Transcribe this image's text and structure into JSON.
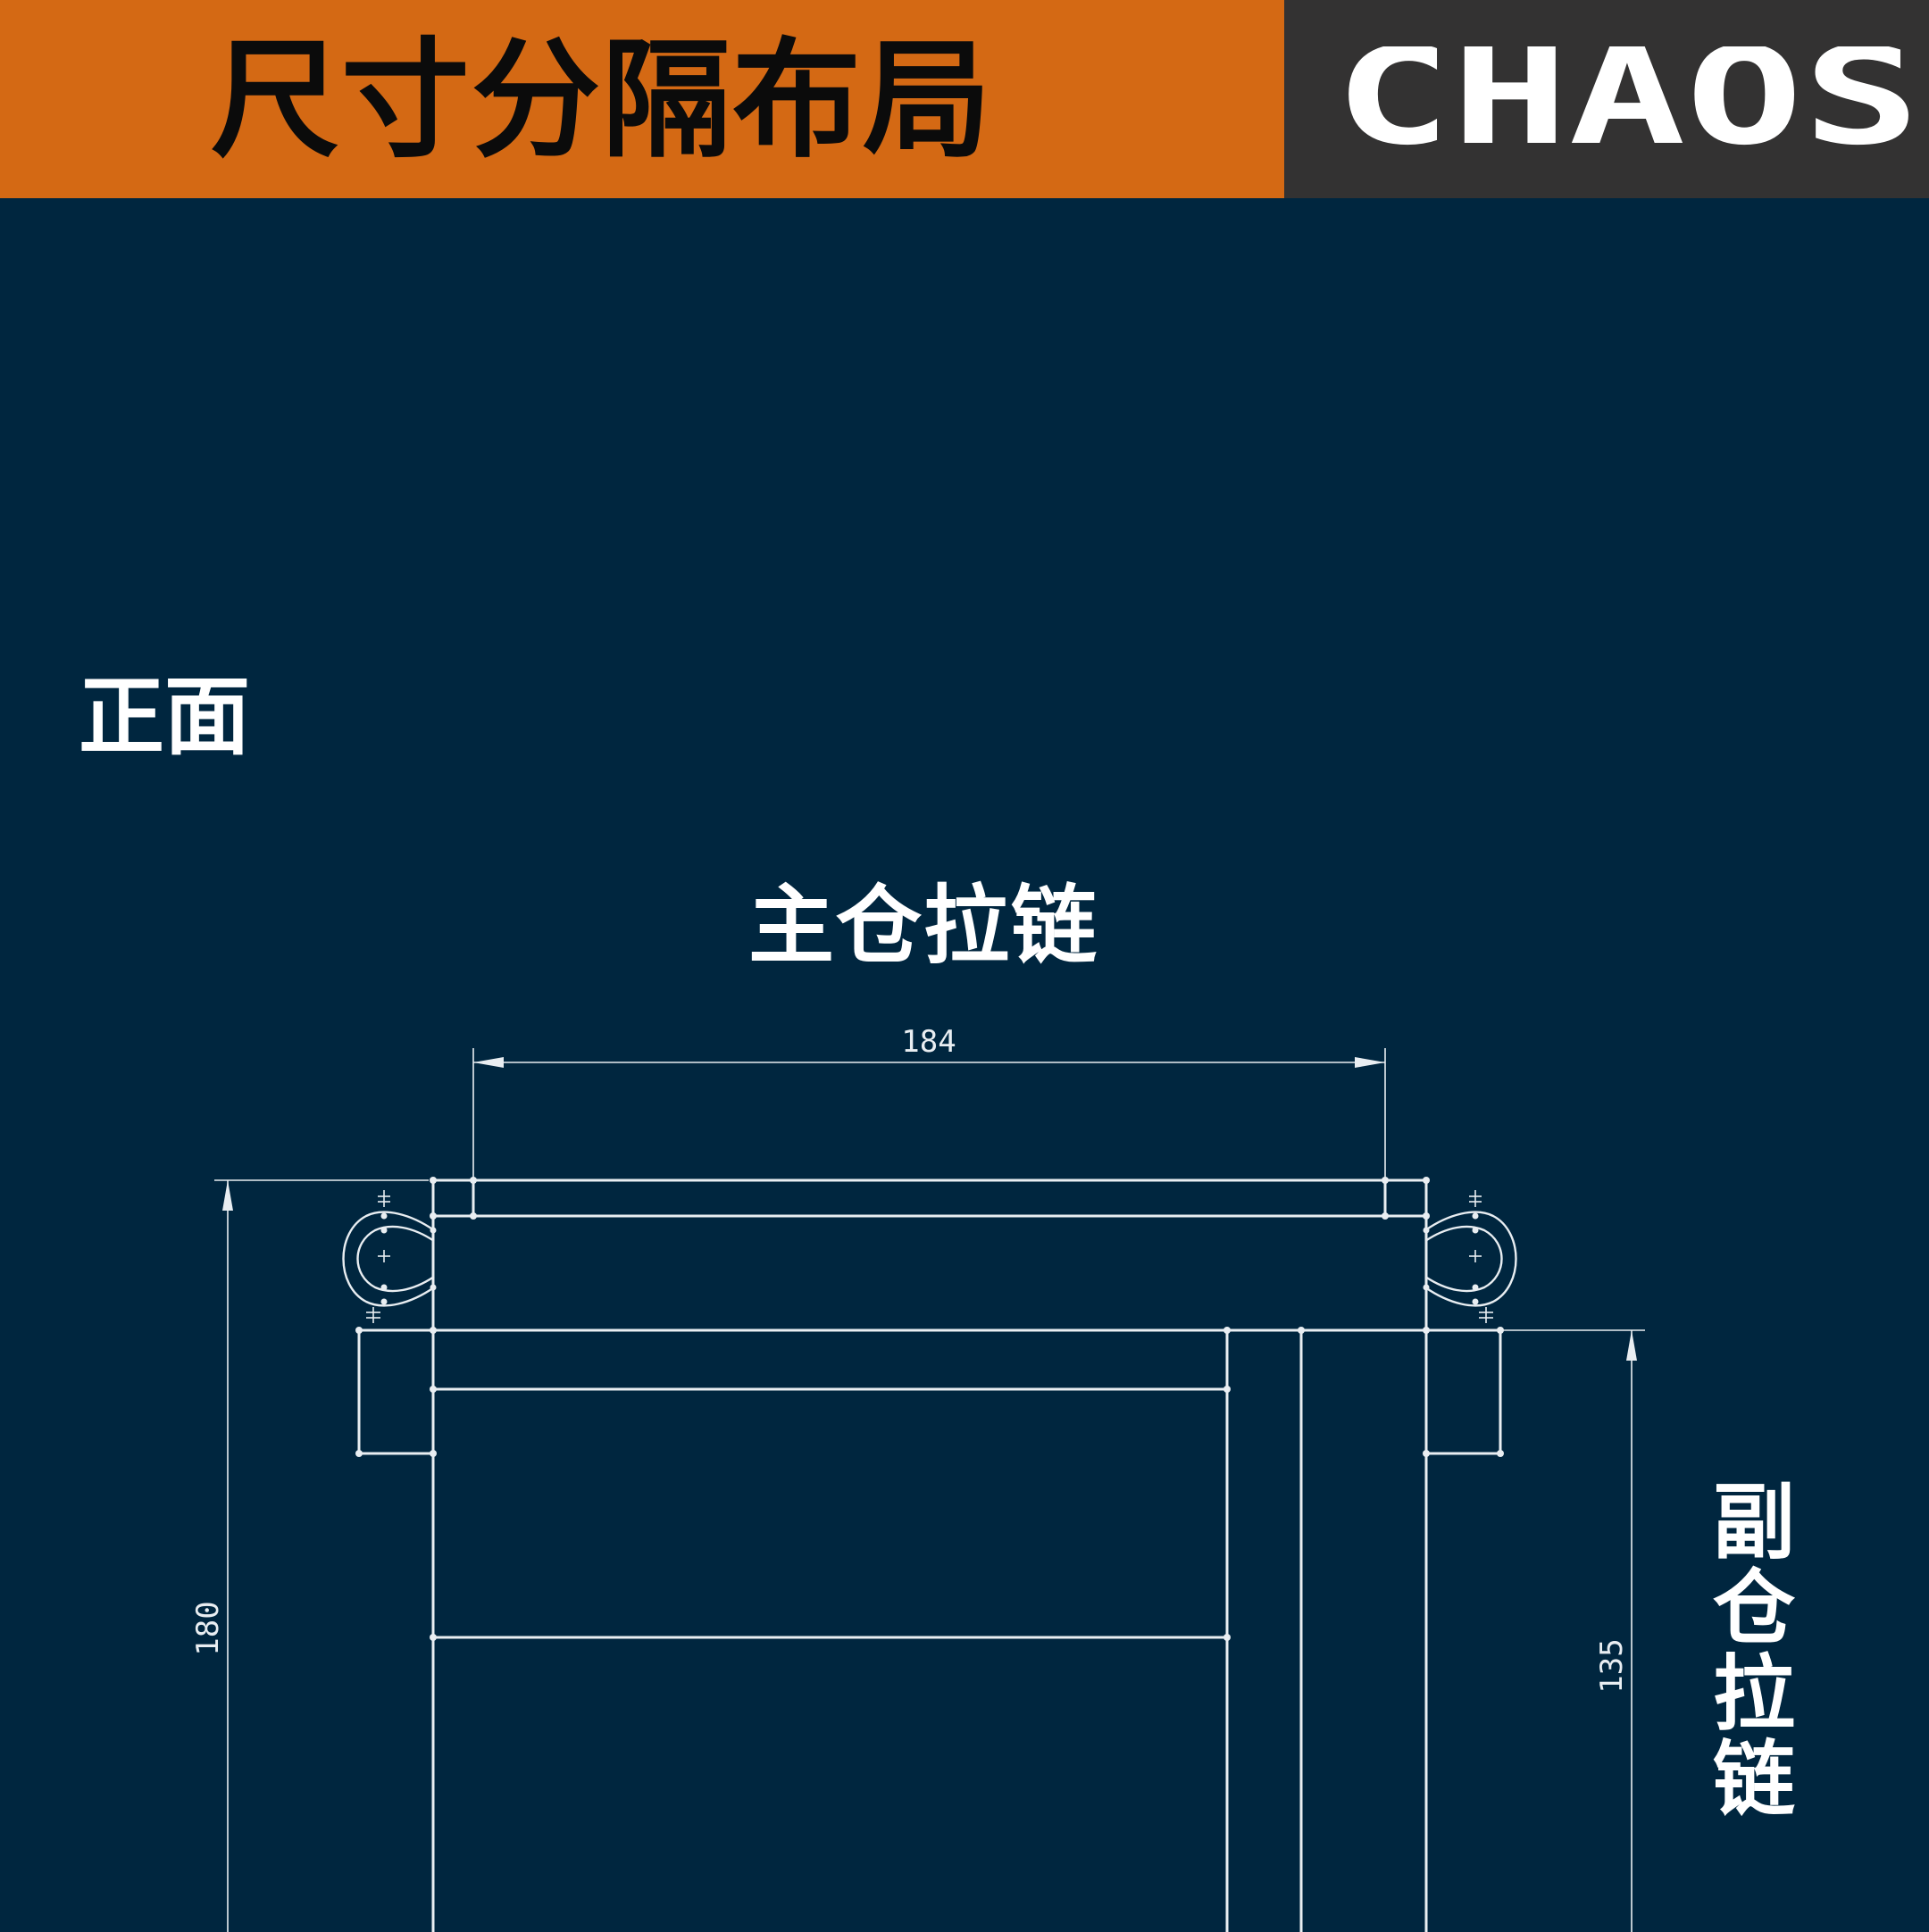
{
  "header": {
    "title": "尺寸分隔布局",
    "logo_text": "CHAOS",
    "accent_color": "#d46914",
    "logo_bg_color": "#333232"
  },
  "section": {
    "label": "正面"
  },
  "labels": {
    "main_zipper": "主仓拉链",
    "side_zipper": "副仓拉链"
  },
  "dimensions": {
    "width_top": "184",
    "height_left": "180",
    "height_right": "135"
  },
  "colors": {
    "background": "#00263f",
    "line": "#e9eef2",
    "text": "#ffffff"
  }
}
